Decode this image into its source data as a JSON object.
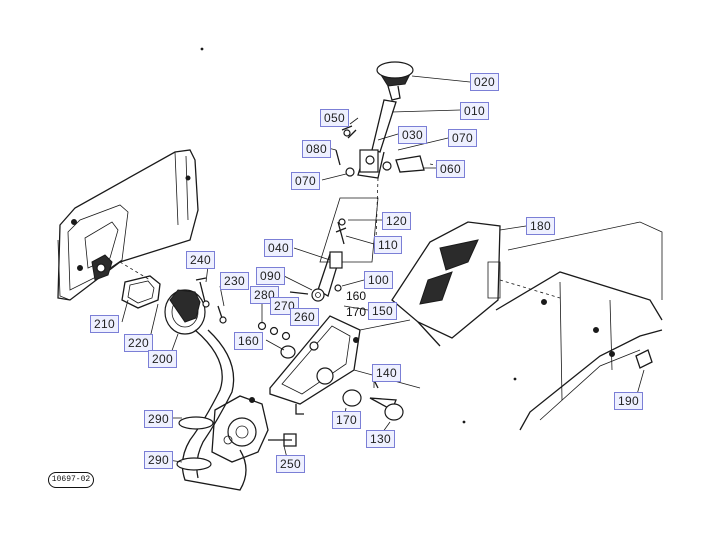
{
  "figure_id": "10697-02",
  "callouts": {
    "c020": "020",
    "c010": "010",
    "c050": "050",
    "c030": "030",
    "c070a": "070",
    "c080": "080",
    "c070b": "070",
    "c060": "060",
    "c120": "120",
    "c110": "110",
    "c040": "040",
    "c180": "180",
    "c240": "240",
    "c230": "230",
    "c090": "090",
    "c100": "100",
    "c280": "280",
    "c270": "270",
    "c260": "260",
    "c150": "150",
    "c210": "210",
    "c220": "220",
    "c200": "200",
    "c160": "160",
    "c140": "140",
    "c190": "190",
    "c290a": "290",
    "c170": "170",
    "c130": "130",
    "c290b": "290",
    "c250": "250"
  },
  "inline_labels": {
    "l160": "160",
    "l170": "170"
  }
}
